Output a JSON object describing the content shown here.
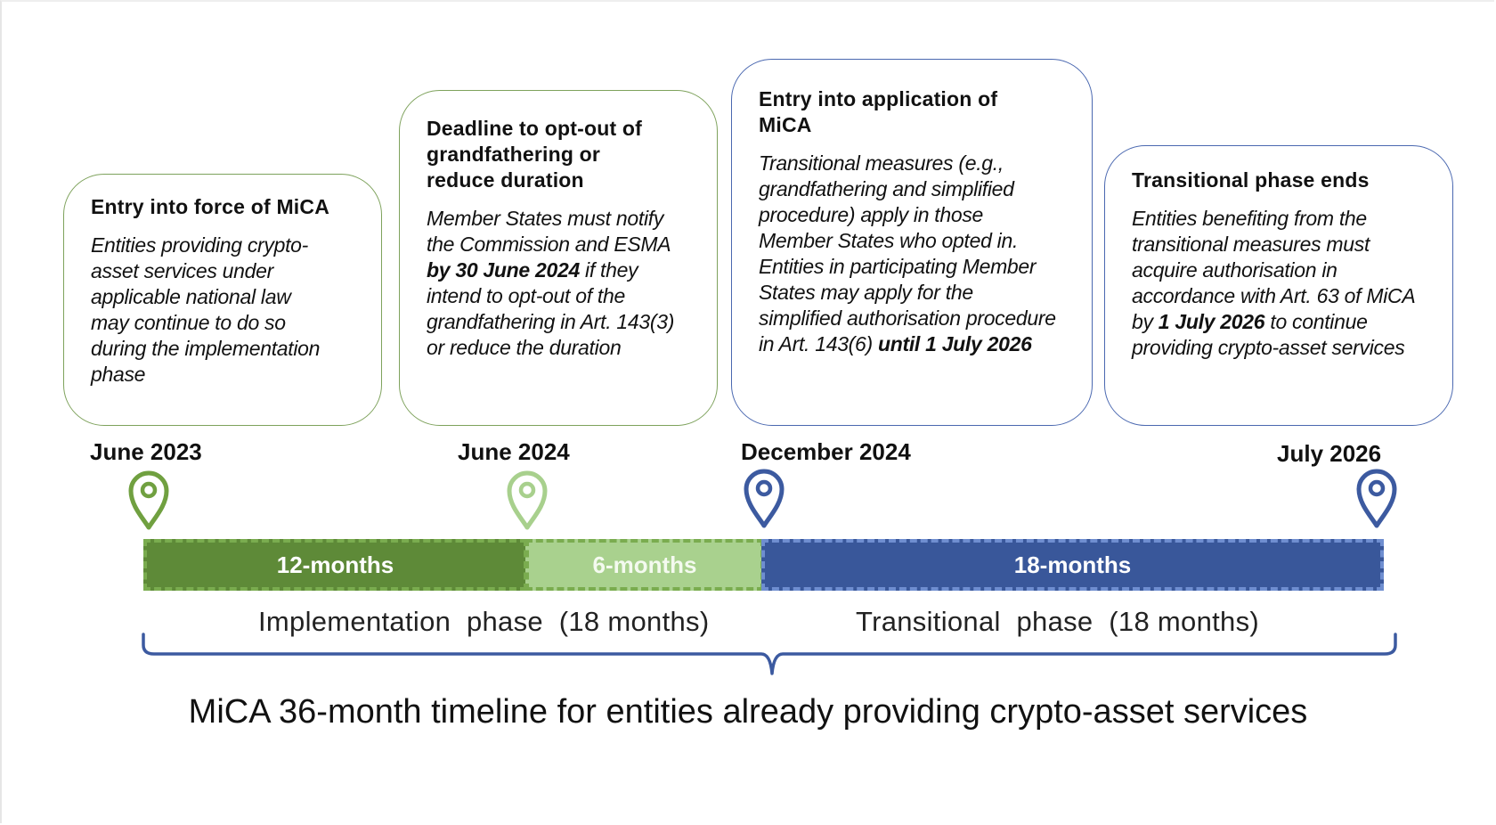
{
  "cards": [
    {
      "title": "Entry into force of MiCA",
      "body": [
        "Entities providing crypto-",
        "asset services under",
        "applicable national law",
        "may continue to do so",
        "during the implementation",
        "phase"
      ]
    },
    {
      "title": [
        "Deadline to opt-out of",
        "grandfathering or",
        "reduce duration"
      ],
      "body_segments": [
        {
          "text": "Member States must notify the Commission and ESMA ",
          "bold": false
        },
        {
          "text": "by 30 June 2024",
          "bold": true
        },
        {
          "text": " if they intend to opt-out of the grandfathering in Art. 143(3) or reduce the duration",
          "bold": false
        }
      ]
    },
    {
      "title": [
        "Entry into application of",
        "MiCA"
      ],
      "body_segments": [
        {
          "text": "Transitional measures (e.g., grandfathering and simplified procedure) apply in those Member States who opted in. Entities in participating Member States may apply for the simplified authorisation procedure in Art. 143(6) ",
          "bold": false
        },
        {
          "text": "until 1 July 2026",
          "bold": true
        }
      ]
    },
    {
      "title": "Transitional phase ends",
      "body_segments": [
        {
          "text": "Entities benefiting from the transitional measures must acquire authorisation in accordance with Art. 63 of MiCA by ",
          "bold": false
        },
        {
          "text": "1 July 2026",
          "bold": true
        },
        {
          "text": " to continue providing crypto-asset services",
          "bold": false
        }
      ]
    }
  ],
  "milestones": [
    {
      "label": "June 2023",
      "color": "#70a040"
    },
    {
      "label": "June 2024",
      "color": "#a8d08d"
    },
    {
      "label": "December 2024",
      "color": "#3c5aa0"
    },
    {
      "label": "July 2026",
      "color": "#3c5aa0"
    }
  ],
  "segments": [
    {
      "label": "12-months",
      "months": 12,
      "fill": "#5e8a38"
    },
    {
      "label": "6-months",
      "months": 6,
      "fill": "#a9d18e"
    },
    {
      "label": "18-months",
      "months": 18,
      "fill": "#39579a"
    }
  ],
  "phases": {
    "implementation": "Implementation  phase  (18 months)",
    "transitional": "Transitional  phase  (18 months)"
  },
  "caption": "MiCA 36-month timeline for entities already providing crypto-asset services",
  "colors": {
    "green_border": "#7ea25c",
    "blue_border": "#4a68b0",
    "brace": "#3c5aa0"
  }
}
